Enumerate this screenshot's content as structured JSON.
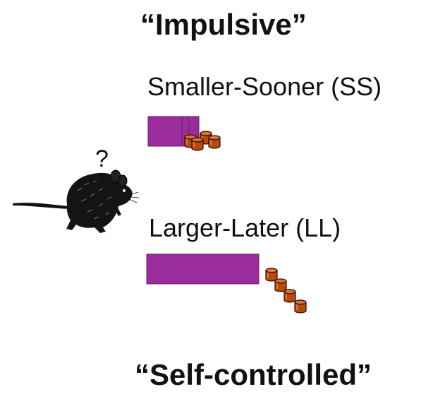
{
  "titles": {
    "top": "“Impulsive”",
    "bottom": "“Self-controlled”"
  },
  "options": {
    "ss_label": "Smaller-Sooner (SS)",
    "ll_label": "Larger-Later (LL)"
  },
  "question_mark": "?",
  "colors": {
    "delay_bar": "#9b2c9b",
    "pellet": "#b84a0e",
    "rat": "#111111"
  },
  "icons": {
    "animal": "rat-icon",
    "reward": "food-pellet-icon"
  }
}
